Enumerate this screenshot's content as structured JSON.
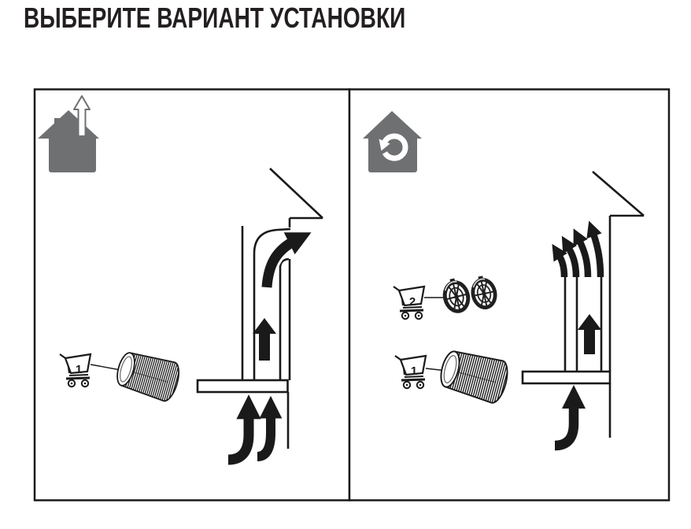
{
  "title": "ВЫБЕРИТЕ ВАРИАНТ УСТАНОВКИ",
  "colors": {
    "line": "#1a1a1a",
    "house_gray": "#6e7072",
    "title_text": "#231f20",
    "background": "#ffffff"
  },
  "panels": {
    "exhaust": {
      "mode": "duct-exhaust-to-outside",
      "house_icon": "house-with-up-arrow",
      "carts": [
        {
          "number": "1",
          "item": "corrugated-duct"
        }
      ]
    },
    "recirculation": {
      "mode": "recirculation-inside-room",
      "house_icon": "house-with-recirculation-arrow",
      "carts": [
        {
          "number": "2",
          "item": "carbon-filters-pair"
        },
        {
          "number": "1",
          "item": "corrugated-duct"
        }
      ]
    }
  }
}
